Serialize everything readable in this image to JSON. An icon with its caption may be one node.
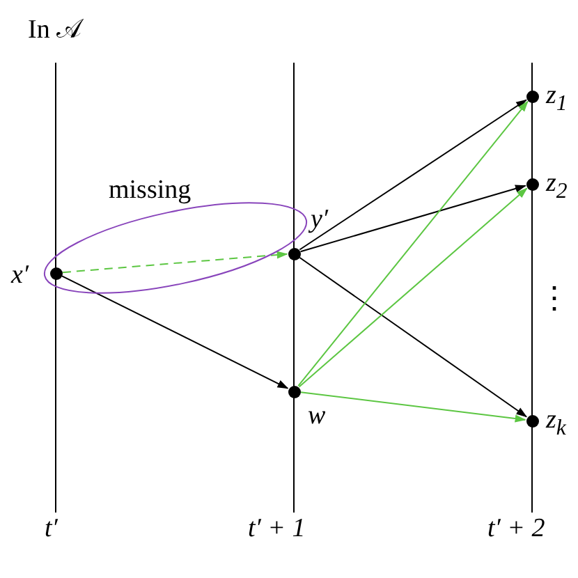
{
  "diagram": {
    "nodes": [
      {
        "text": [
          "missing"
        ]
      },
      {
        "text": [
          "x′"
        ],
        "in": 0
      },
      {
        "text": [
          "y′"
        ],
        "in": 0
      },
      {
        "text": [
          "w"
        ]
      },
      {
        "text": [
          "z$_{1}$"
        ]
      },
      {
        "text": [
          "z$_{2}$"
        ]
      },
      {
        "text": [
          "z$_{k}$"
        ]
      }
    ],
    "edges": [
      {
        "from": 1,
        "to": 2,
        "arrow": "to",
        "style": "dashed",
        "color": "#5cc642"
      },
      {
        "from": 1,
        "to": 3,
        "arrow": "to",
        "color": "#000000"
      },
      {
        "from": 2,
        "to": 4,
        "arrow": "to",
        "color": "#000000"
      },
      {
        "from": 2,
        "to": 5,
        "arrow": "to",
        "color": "#000000"
      },
      {
        "from": 2,
        "to": 6,
        "arrow": "to",
        "color": "#000000"
      },
      {
        "from": 3,
        "to": 4,
        "arrow": "to",
        "color": "#5cc642"
      },
      {
        "from": 3,
        "to": 5,
        "arrow": "to",
        "color": "#5cc642"
      },
      {
        "from": 3,
        "to": 6,
        "arrow": "to",
        "color": "#5cc642"
      }
    ],
    "labels": [
      "In 𝒜",
      "⋮",
      "t′",
      "t′ + 1",
      "t′ + 2"
    ]
  }
}
